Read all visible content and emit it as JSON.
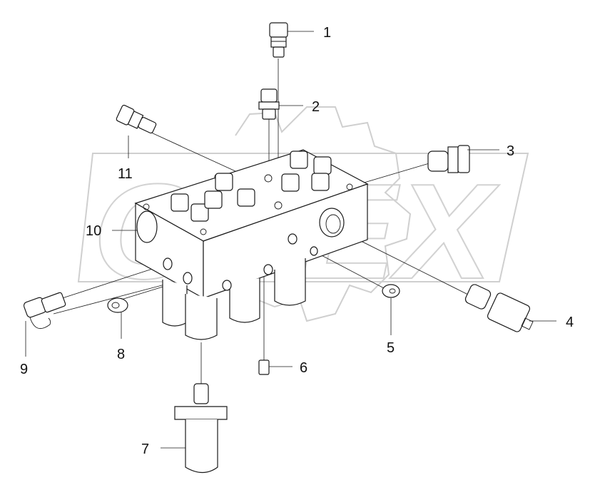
{
  "watermark": {
    "text": "OPEX",
    "color": "#cfcfcf"
  },
  "callouts": [
    {
      "id": "1",
      "label": "1"
    },
    {
      "id": "2",
      "label": "2"
    },
    {
      "id": "3",
      "label": "3"
    },
    {
      "id": "4",
      "label": "4"
    },
    {
      "id": "5",
      "label": "5"
    },
    {
      "id": "6",
      "label": "6"
    },
    {
      "id": "7",
      "label": "7"
    },
    {
      "id": "8",
      "label": "8"
    },
    {
      "id": "9",
      "label": "9"
    },
    {
      "id": "10",
      "label": "10"
    },
    {
      "id": "11",
      "label": "11"
    }
  ],
  "colors": {
    "line": "#1a1a1a",
    "text": "#111111",
    "background": "#ffffff"
  }
}
